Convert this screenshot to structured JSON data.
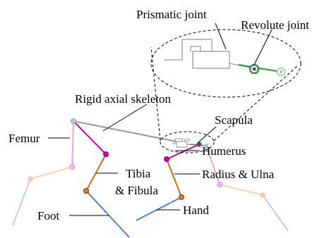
{
  "labels": {
    "prismatic_joint": "Prismatic joint",
    "revolute_joint": "Revolute joint",
    "rigid_axial_skeleton": "Rigid axial skeleton",
    "scapula": "Scapula",
    "femur": "Femur",
    "humerus": "Humerus",
    "tibia_fibula_line1": "Tibia",
    "tibia_fibula_line2": "& Fibula",
    "radius_ulna": "Radius & Ulna",
    "foot": "Foot",
    "hand": "Hand"
  },
  "colors": {
    "axial": "#999999",
    "femur_humerus": "#cc00aa",
    "tibia_radius": "#d96a10",
    "foot_hand": "#4a86c8",
    "joint_green": "#1a9e3a",
    "faded_pink": "#ee90e0",
    "faded_peach": "#f7d2b4",
    "faded_blue": "#b8cfe8",
    "faded_green": "#9fd9a9"
  }
}
